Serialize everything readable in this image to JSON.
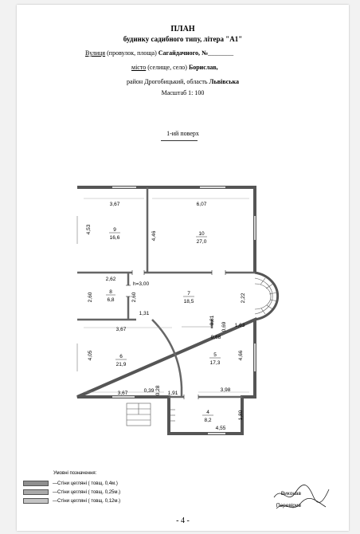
{
  "header": {
    "title": "ПЛАН",
    "subtitle": "будинку садибного типу, літера \"А1\"",
    "street_label": "Вулиця",
    "street_hint": "(провулок, площа)",
    "street_name": "Сагайдачного, №",
    "city_label": "місто",
    "city_hint": "(селище, село)",
    "city_name": "Борислав,",
    "district_label": "район Дрогобицький, область",
    "region_name": "Львівська",
    "scale": "Масштаб 1: 100"
  },
  "floor_label": "1-ий поверх",
  "rooms": [
    {
      "number": "9",
      "area": "16,6"
    },
    {
      "number": "10",
      "area": "27,0"
    },
    {
      "number": "8",
      "area": "6,8"
    },
    {
      "number": "7",
      "area": "18,5"
    },
    {
      "number": "6",
      "area": "21,9"
    },
    {
      "number": "5",
      "area": "17,3"
    },
    {
      "number": "4",
      "area": "8,2"
    }
  ],
  "dimensions": {
    "d367_top": "3,67",
    "d607": "6,07",
    "d453": "4,53",
    "d446": "4,46",
    "d262": "2,62",
    "height": "h=3,00",
    "d260_left": "2,60",
    "d260_right": "2,60",
    "d131": "1,31",
    "d222": "2,22",
    "d081": "0,81",
    "d069": "0,69",
    "d068": "0,68",
    "d163": "1,63",
    "d367_mid": "3,67",
    "d405": "4,05",
    "d466": "4,66",
    "d367_bot": "3,67",
    "d039": "0,39",
    "d028": "0,28",
    "d191": "1,91",
    "d398": "3,98",
    "d180": "1,80",
    "d455": "4,55"
  },
  "legend": {
    "title": "Умовні позначення:",
    "items": [
      {
        "label": "Стіни  цегляні  ( товщ. 0,4м.)",
        "color": "#8f8f8f"
      },
      {
        "label": "Стіни  цегляні  ( товщ. 0,25м.)",
        "color": "#a9a9a9"
      },
      {
        "label": "Стіни  цегляні  ( товщ. 0,12м.)",
        "color": "#c4c4c4"
      }
    ]
  },
  "signatures": {
    "executor": "Виконав",
    "checker": "Перевірив"
  },
  "page_number": "- 4 -"
}
